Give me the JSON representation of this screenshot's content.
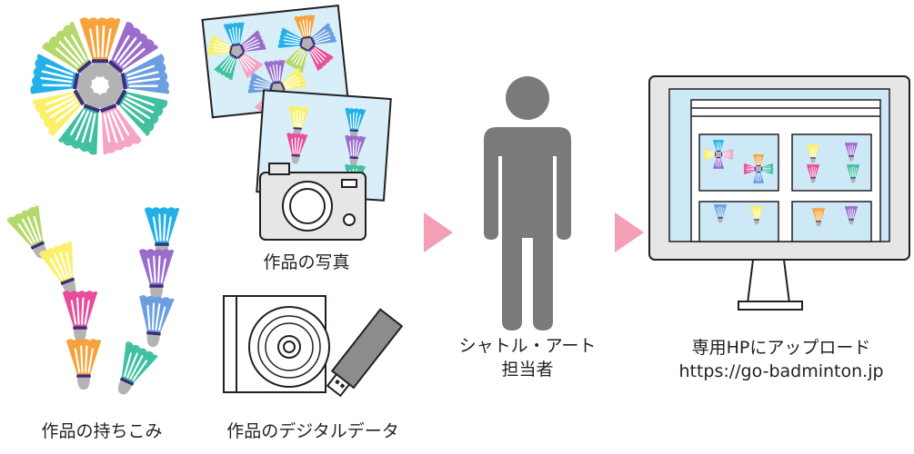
{
  "labels": {
    "bring_in": "作品の持ちこみ",
    "photo": "作品の写真",
    "digital": "作品のデジタルデータ",
    "person_line1": "シャトル・アート",
    "person_line2": "担当者",
    "upload_line1": "専用HPにアップロード",
    "upload_line2": "https://go-badminton.jp"
  },
  "colors": {
    "arrow": "#f4a0b4",
    "person": "#7a7a7a",
    "monitor_frame": "#e6e6e6",
    "monitor_screen": "#cde8f7",
    "photo_bg": "#d8effa",
    "shuttle_palette": [
      "#f4a4c4",
      "#fbf06a",
      "#b4d86a",
      "#22b0e8",
      "#9a6ccc",
      "#f7a23a",
      "#e94c9a",
      "#3fc0a0",
      "#6b9ee0"
    ]
  }
}
